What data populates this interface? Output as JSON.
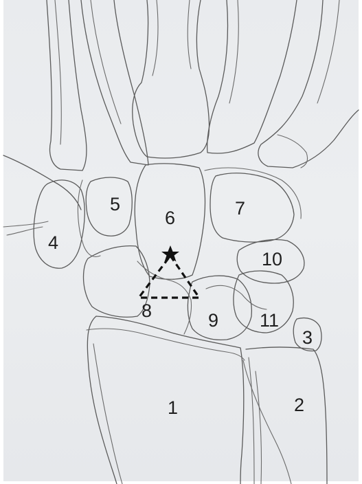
{
  "labels": {
    "bone_1": "1",
    "bone_2": "2",
    "bone_3": "3",
    "bone_4": "4",
    "bone_5": "5",
    "bone_6": "6",
    "bone_7": "7",
    "bone_8": "8",
    "bone_9": "9",
    "bone_10": "10",
    "bone_11": "11"
  },
  "colors": {
    "paper": "#eaecef",
    "line": "#5a5a5a",
    "marker": "#111111"
  },
  "marker": {
    "shape": "dashed-triangle",
    "icon": "star-icon"
  }
}
